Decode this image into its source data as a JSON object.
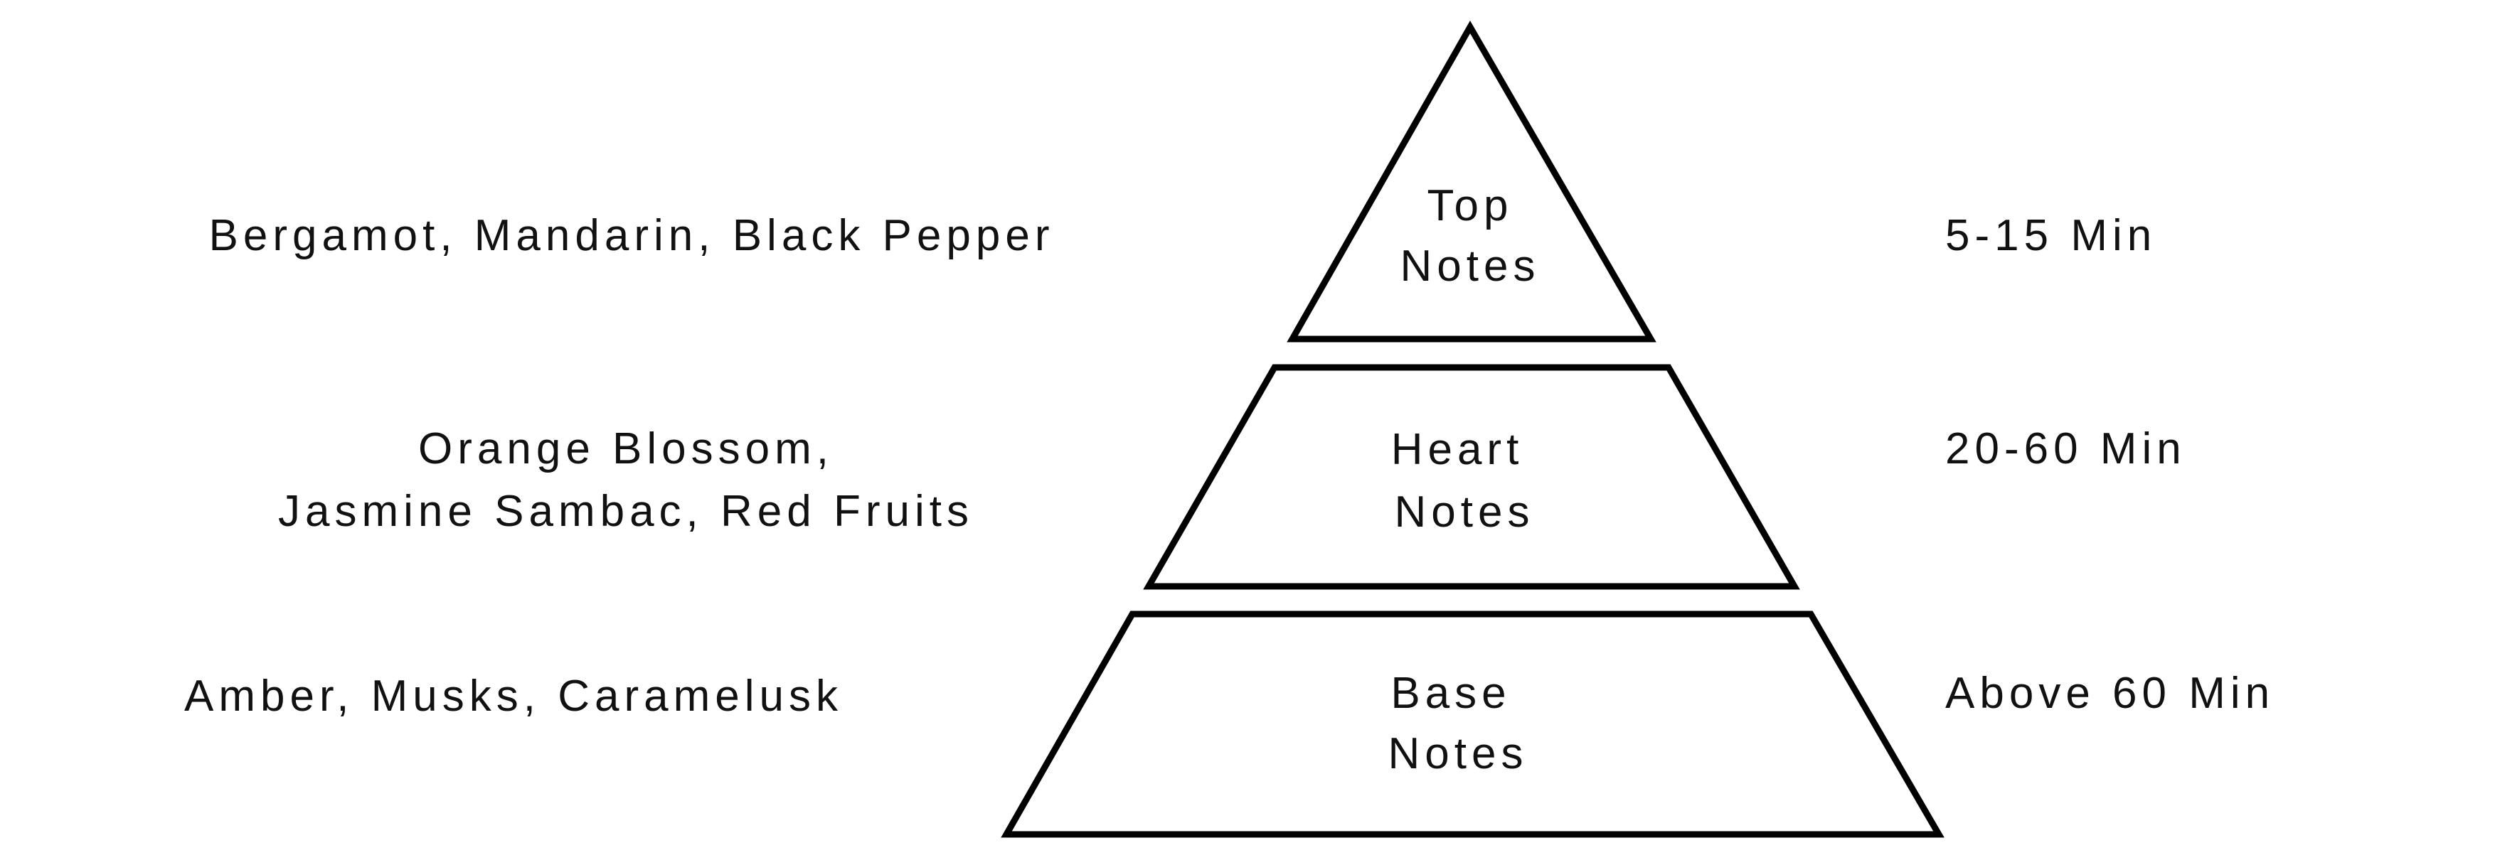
{
  "colors": {
    "stroke": "#000000",
    "text": "#111111",
    "background": "#ffffff"
  },
  "tiers": [
    {
      "label_line1": "Top",
      "label_line2": "Notes",
      "ingredients": [
        "Bergamot, Mandarin, Black Pepper"
      ],
      "duration": "5-15 Min"
    },
    {
      "label_line1": "Heart",
      "label_line2": "Notes",
      "ingredients": [
        "Orange Blossom,",
        "Jasmine Sambac, Red Fruits"
      ],
      "duration": "20-60 Min"
    },
    {
      "label_line1": "Base",
      "label_line2": "Notes",
      "ingredients": [
        "Amber, Musks, Caramelusk"
      ],
      "duration": "Above 60 Min"
    }
  ]
}
